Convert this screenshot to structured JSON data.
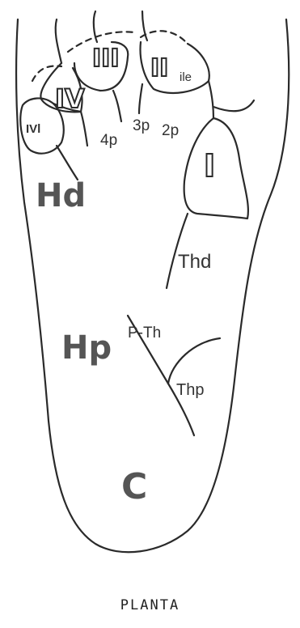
{
  "labels": {
    "toe_1": "I",
    "toe_2": "II",
    "toe_2_sub": "ile",
    "toe_3": "III",
    "toe_4": "IV",
    "toe_4_sub": "IVl",
    "pad_3p": "3p",
    "pad_2p": "2p",
    "pad_4p": "4p",
    "hd": "Hd",
    "thd": "Thd",
    "hp": "Hp",
    "p_th": "P-Th",
    "thp": "Thp",
    "c": "C"
  },
  "caption": "PLANTA"
}
